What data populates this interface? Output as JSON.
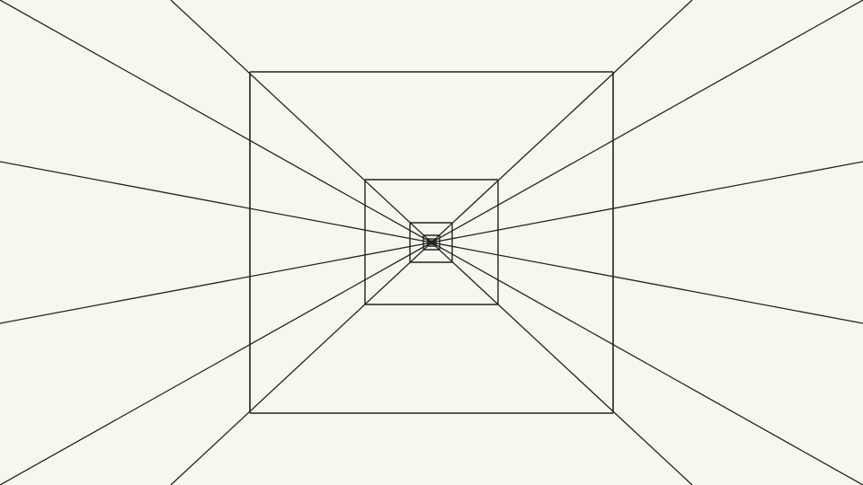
{
  "scene": {
    "kind": "one-point-perspective-corridor",
    "background_color": "#f5f8ec",
    "line_color": "#222222",
    "ray_count": 12,
    "frame_count": 7,
    "frame_edges": [
      "top",
      "right",
      "bottom",
      "left"
    ]
  }
}
